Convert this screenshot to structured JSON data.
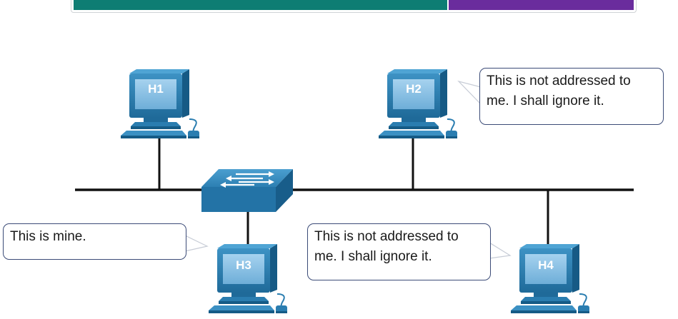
{
  "hosts": {
    "h1": "H1",
    "h2": "H2",
    "h3": "H3",
    "h4": "H4"
  },
  "messages": {
    "h2": [
      "This is not addressed to",
      "me. I shall ignore it."
    ],
    "h3": [
      "This is mine."
    ],
    "h4": [
      "This is not addressed to",
      "me. I shall ignore it."
    ]
  },
  "colors": {
    "header_teal": "#0e7d73",
    "header_purple": "#6a2c9d",
    "device_blue": "#2b78a8",
    "screen_light": "#8fc3e6",
    "bubble_border": "#3b4b77"
  }
}
